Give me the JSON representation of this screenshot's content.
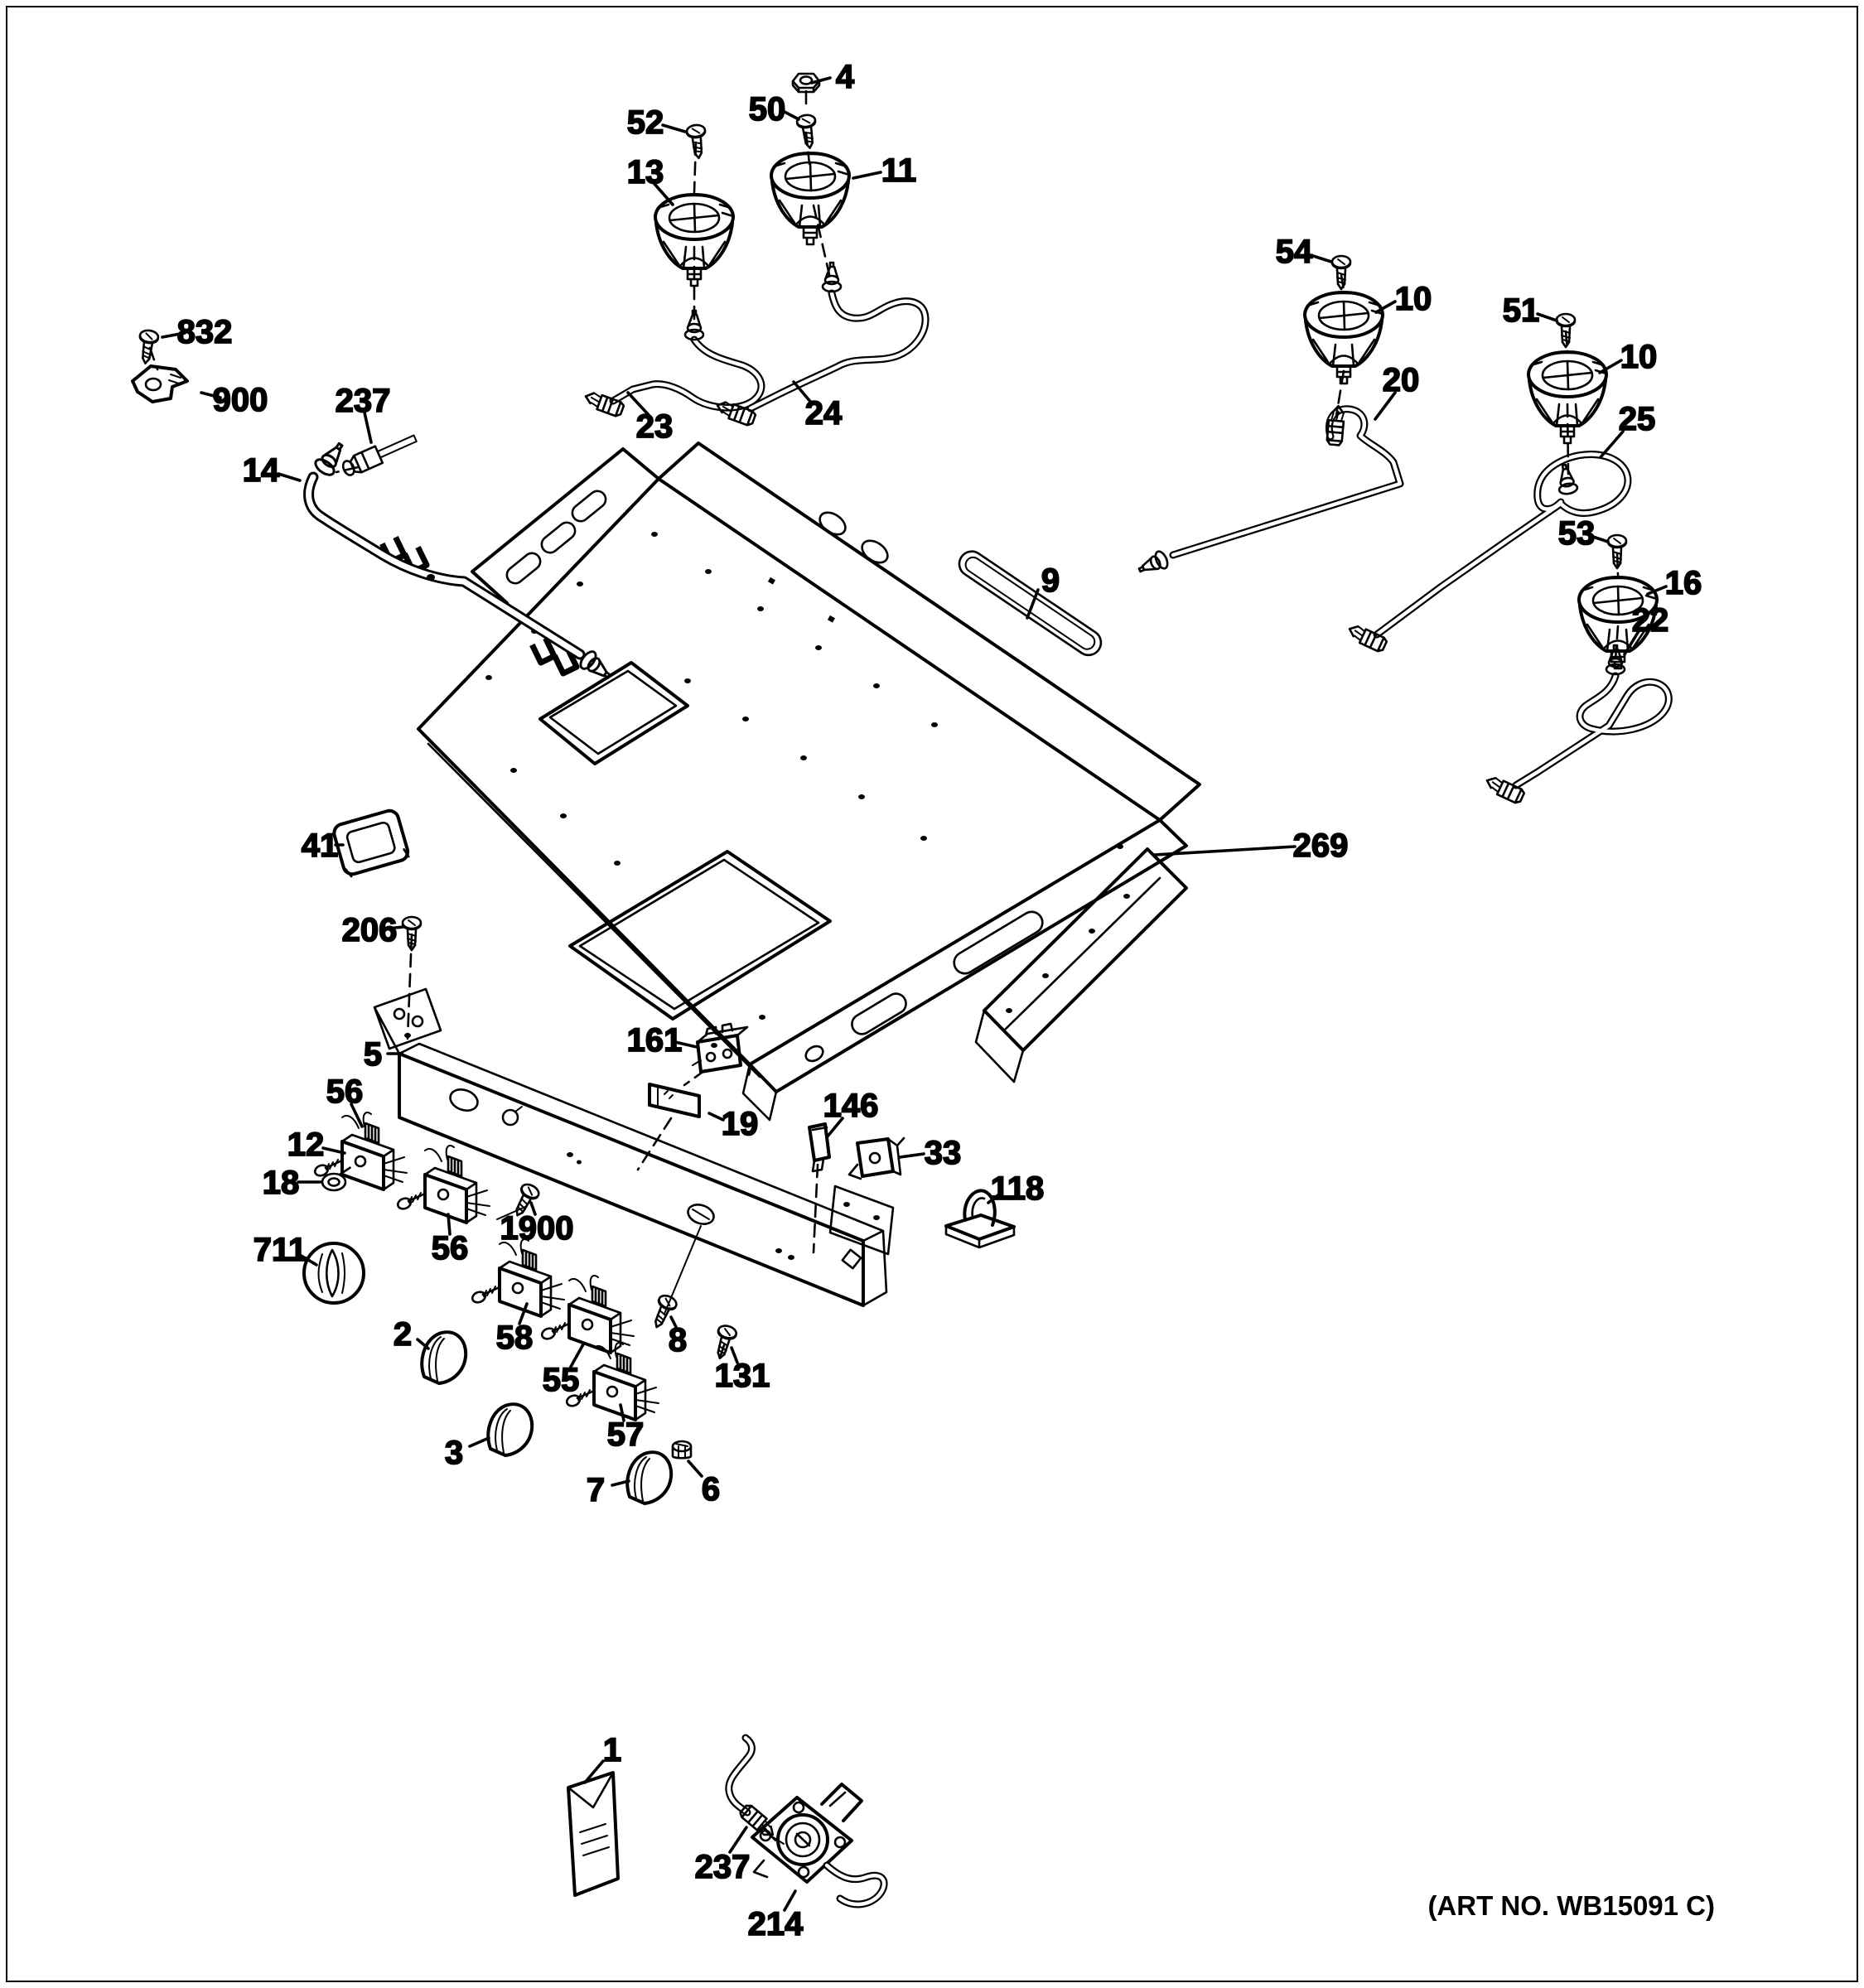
{
  "diagram": {
    "type": "exploded-parts-diagram",
    "art_note": "(ART NO. WB15091 C)",
    "labels": [
      {
        "id": "callout-4",
        "text": "4"
      },
      {
        "id": "callout-50",
        "text": "50"
      },
      {
        "id": "callout-52",
        "text": "52"
      },
      {
        "id": "callout-13",
        "text": "13"
      },
      {
        "id": "callout-11",
        "text": "11"
      },
      {
        "id": "callout-54",
        "text": "54"
      },
      {
        "id": "callout-10a",
        "text": "10"
      },
      {
        "id": "callout-51",
        "text": "51"
      },
      {
        "id": "callout-10b",
        "text": "10"
      },
      {
        "id": "callout-20",
        "text": "20"
      },
      {
        "id": "callout-25",
        "text": "25"
      },
      {
        "id": "callout-53",
        "text": "53"
      },
      {
        "id": "callout-16",
        "text": "16"
      },
      {
        "id": "callout-22",
        "text": "22"
      },
      {
        "id": "callout-832",
        "text": "832"
      },
      {
        "id": "callout-900",
        "text": "900"
      },
      {
        "id": "callout-237-top",
        "text": "237"
      },
      {
        "id": "callout-14",
        "text": "14"
      },
      {
        "id": "callout-23",
        "text": "23"
      },
      {
        "id": "callout-24",
        "text": "24"
      },
      {
        "id": "callout-9",
        "text": "9"
      },
      {
        "id": "callout-269",
        "text": "269"
      },
      {
        "id": "callout-41",
        "text": "41"
      },
      {
        "id": "callout-206",
        "text": "206"
      },
      {
        "id": "callout-5",
        "text": "5"
      },
      {
        "id": "callout-161",
        "text": "161"
      },
      {
        "id": "callout-19",
        "text": "19"
      },
      {
        "id": "callout-146",
        "text": "146"
      },
      {
        "id": "callout-33",
        "text": "33"
      },
      {
        "id": "callout-118",
        "text": "118"
      },
      {
        "id": "callout-12",
        "text": "12"
      },
      {
        "id": "callout-18",
        "text": "18"
      },
      {
        "id": "callout-56a",
        "text": "56"
      },
      {
        "id": "callout-56b",
        "text": "56"
      },
      {
        "id": "callout-1900",
        "text": "1900"
      },
      {
        "id": "callout-711",
        "text": "711"
      },
      {
        "id": "callout-2",
        "text": "2"
      },
      {
        "id": "callout-58",
        "text": "58"
      },
      {
        "id": "callout-55",
        "text": "55"
      },
      {
        "id": "callout-8",
        "text": "8"
      },
      {
        "id": "callout-131",
        "text": "131"
      },
      {
        "id": "callout-3",
        "text": "3"
      },
      {
        "id": "callout-57",
        "text": "57"
      },
      {
        "id": "callout-7",
        "text": "7"
      },
      {
        "id": "callout-6",
        "text": "6"
      },
      {
        "id": "callout-1",
        "text": "1"
      },
      {
        "id": "callout-237-bottom",
        "text": "237"
      },
      {
        "id": "callout-214",
        "text": "214"
      }
    ]
  }
}
